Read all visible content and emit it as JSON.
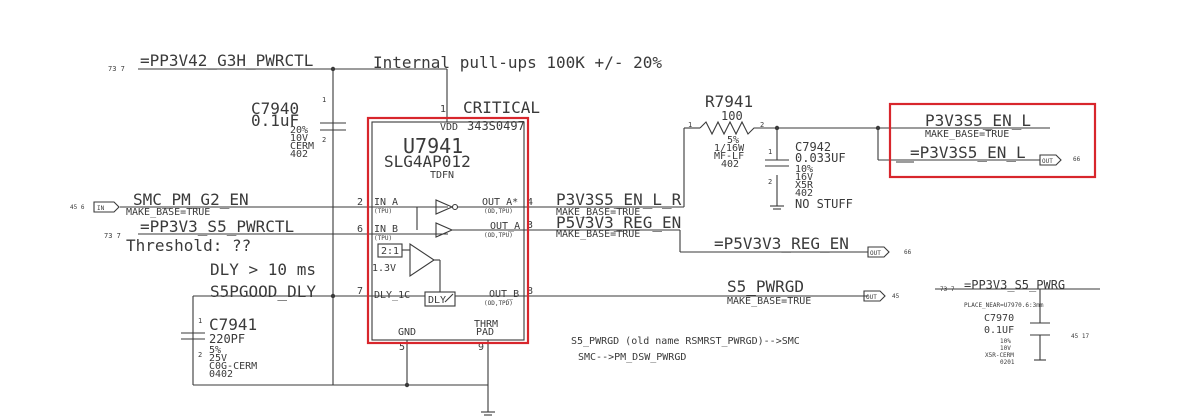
{
  "nets": {
    "pp3v42_g3h_pwrctl": "=PP3V42_G3H_PWRCTL",
    "pp3v42_ref": "73 7",
    "pp3v3_s5_pwrctl": "=PP3V3_S5_PWRCTL",
    "pp3v3_ref": "73 7",
    "smc_pm_g2_en": "SMC_PM_G2_EN",
    "smc_ref": "45 6",
    "p3v3s5_en_l_r": "P3V3S5_EN_L_R",
    "p5v3v3_reg_en": "P5V3V3_REG_EN",
    "eq_p5v3v3_reg_en": "=P5V3V3_REG_EN",
    "p5v3v3_ref": "66",
    "p3v3s5_en_l": "P3V3S5_EN_L",
    "eq_p3v3s5_en_l": "=P3V3S5_EN_L",
    "p3v3s5_en_l_ref": "66",
    "s5_pwrgd": "S5_PWRGD",
    "s5_pwrgd_ref": "45",
    "s5pgood_dly": "S5PGOOD_DLY",
    "pp3v3_s5_pwrg": "=PP3V3_S5_PWRG",
    "pp3v3_s5_pwrg_ref": "73 7",
    "right_ref": "45 17",
    "make_base": "MAKE_BASE=TRUE"
  },
  "port_labels": {
    "in": "IN",
    "out": "OUT"
  },
  "notes": {
    "pullups": "Internal pull-ups 100K +/- 20%",
    "threshold": "Threshold: ??",
    "dly": "DLY > 10 ms",
    "rsmrst_1": "S5_PWRGD (old name RSMRST_PWRGD)-->SMC",
    "rsmrst_2": "SMC-->PM_DSW_PWRGD",
    "critical": "CRITICAL",
    "critical_pn": "343S0497",
    "no_stuff": "NO STUFF"
  },
  "u7941": {
    "ref": "U7941",
    "part": "SLG4AP012",
    "pkg": "TDFN",
    "vdd": "VDD",
    "vdd_pin": "1",
    "in_a": "IN_A",
    "in_a_pin": "2",
    "in_b": "IN_B",
    "in_b_pin": "6",
    "tpu": "(TPU)",
    "dly_1c": "DLY_1C",
    "dly_pin": "7",
    "out_ax": "OUT_A*",
    "out_ax_pin": "4",
    "out_a": "OUT_A",
    "out_a_pin": "3",
    "out_b": "OUT_B",
    "out_b_pin": "8",
    "od_tpu": "(OD,TPU)",
    "od_tpd": "(OD,TPD)",
    "gnd": "GND",
    "gnd_pin": "5",
    "thrm": "THRM",
    "pad": "PAD",
    "pad_pin": "9",
    "dly_box": "DLY",
    "ratio": "2:1",
    "vref": "1.3V"
  },
  "c7940": {
    "ref": "C7940",
    "val": "0.1uF",
    "tol": "20%",
    "v": "10V",
    "type": "CERM",
    "pkg": "402",
    "pin1": "1",
    "pin2": "2"
  },
  "r7941": {
    "ref": "R7941",
    "val": "100",
    "tol": "5%",
    "pwr": "1/16W",
    "type": "MF-LF",
    "pkg": "402",
    "pin1": "1",
    "pin2": "2"
  },
  "c7942": {
    "ref": "C7942",
    "val": "0.033UF",
    "tol": "10%",
    "v": "16V",
    "type": "X5R",
    "pkg": "402",
    "pin1": "1",
    "pin2": "2"
  },
  "c7941": {
    "ref": "C7941",
    "val": "220PF",
    "tol": "5%",
    "v": "25V",
    "type": "C0G-CERM",
    "pkg": "0402",
    "pin1": "1",
    "pin2": "2"
  },
  "c7970": {
    "ref": "C7970",
    "val": "0.1UF",
    "tol": "10%",
    "v": "10V",
    "type": "X5R-CERM",
    "pkg": "0201",
    "place": "PLACE_NEAR=U7970.6:3mm"
  }
}
